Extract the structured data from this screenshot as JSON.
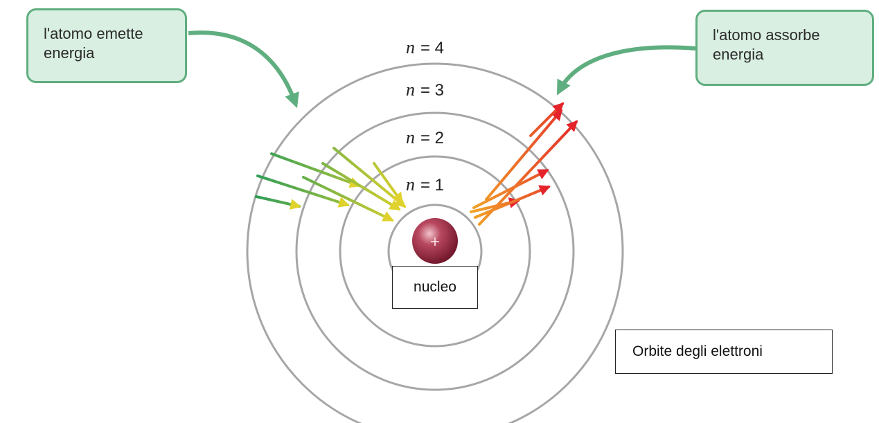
{
  "callouts": {
    "emits_line1": "l'atomo emette",
    "emits_line2": "energia",
    "absorbs_line1": "l'atomo assorbe",
    "absorbs_line2": "energia"
  },
  "levels": [
    {
      "n": "n",
      "eq": "= 1"
    },
    {
      "n": "n",
      "eq": "= 2"
    },
    {
      "n": "n",
      "eq": "= 3"
    },
    {
      "n": "n",
      "eq": "= 4"
    }
  ],
  "nucleus": {
    "symbol": "+",
    "label": "nucleo"
  },
  "orbits_label": "Orbite degli elettroni",
  "colors": {
    "callout_fill": "#d9efe2",
    "callout_border": "#5fae7f",
    "emit_arrow_start": "#2f9e57",
    "emit_arrow_end": "#e0d22c",
    "absorb_arrow_start": "#f1a528",
    "absorb_arrow_end": "#e4232b",
    "nucleus": "#9b2a44"
  }
}
